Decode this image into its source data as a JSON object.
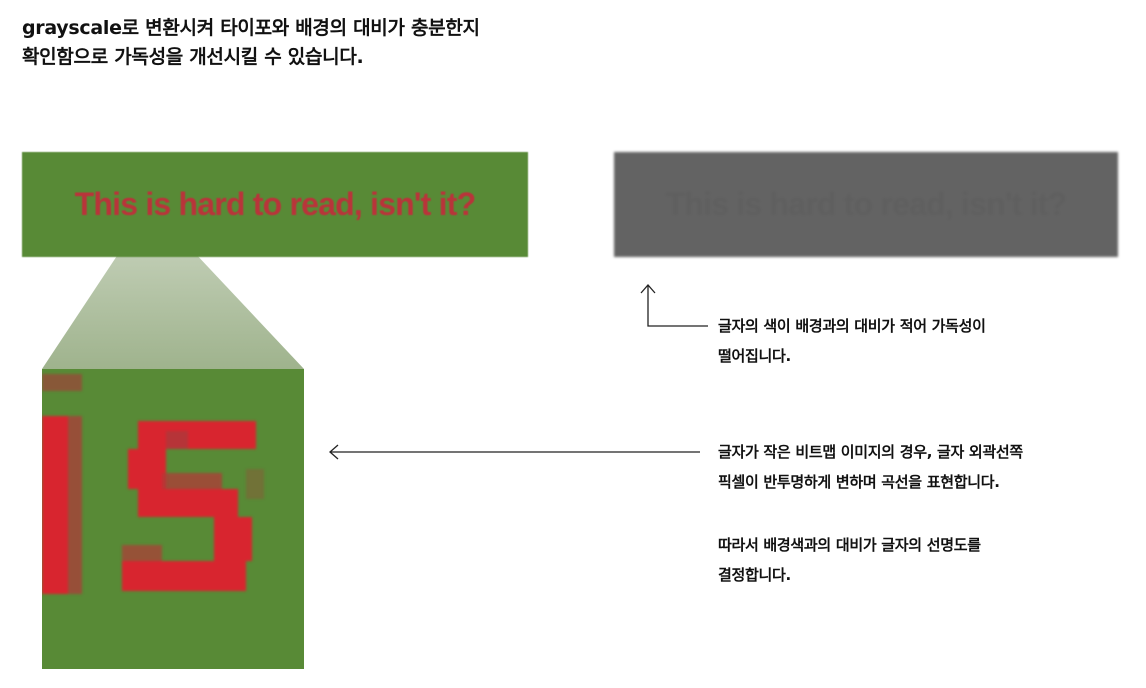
{
  "heading": {
    "line1": "grayscale로 변환시켜 타이포와 배경의 대비가 충분한지",
    "line2": "확인함으로 가독성을 개선시킬 수 있습니다."
  },
  "sample_text": "This is hard to read, isn't it?",
  "zoom_text": "is",
  "annotations": {
    "contrast": {
      "line1": "글자의 색이 배경과의 대비가 적어 가독성이",
      "line2": "떨어집니다."
    },
    "bitmap": {
      "line1": "글자가 작은 비트맵 이미지의 경우, 글자 외곽선쪽",
      "line2": "픽셀이 반투명하게 변하며 곡선을 표현합니다."
    },
    "conclusion": {
      "line1": "따라서 배경색과의 대비가 글자의 선명도를",
      "line2": "결정합니다."
    }
  },
  "colors": {
    "green_background": "#588a36",
    "red_text": "#b9343a",
    "gray_background": "#636363",
    "gray_text": "#5f5f5f"
  }
}
